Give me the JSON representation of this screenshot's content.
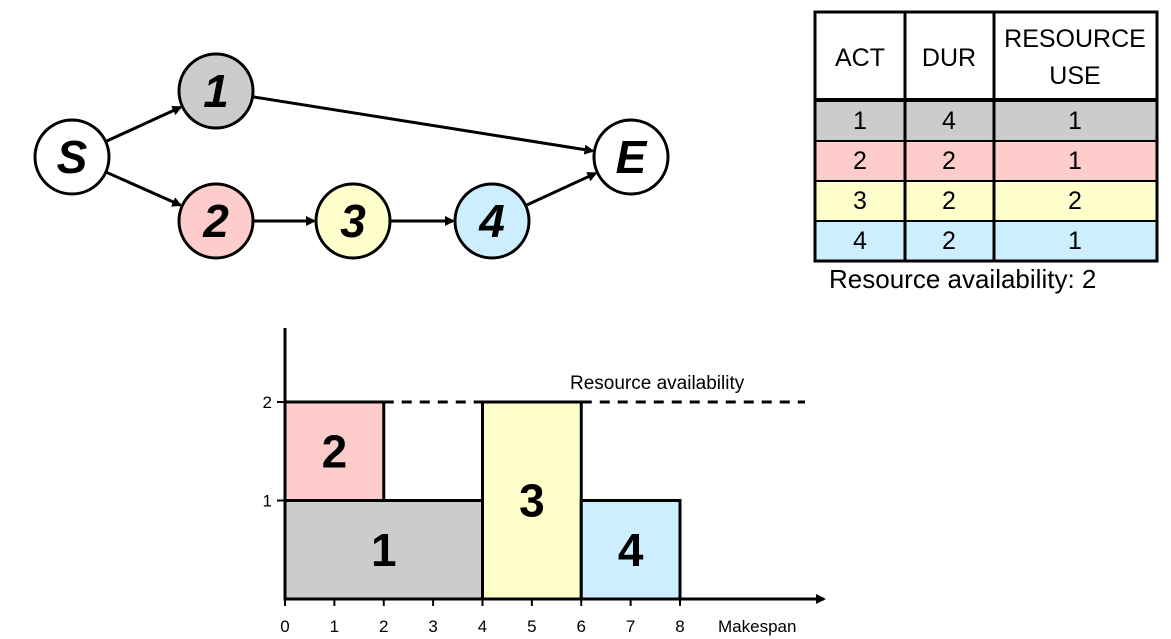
{
  "colors": {
    "act1": "#cccccc",
    "act2": "#ffcccc",
    "act3": "#ffffcc",
    "act4": "#cceeff",
    "outline": "#000000"
  },
  "network": {
    "nodes": [
      {
        "id": "S",
        "label": "S",
        "fill": "#ffffff"
      },
      {
        "id": "1",
        "label": "1",
        "fill": "#cccccc"
      },
      {
        "id": "2",
        "label": "2",
        "fill": "#ffcccc"
      },
      {
        "id": "3",
        "label": "3",
        "fill": "#ffffcc"
      },
      {
        "id": "4",
        "label": "4",
        "fill": "#cceeff"
      },
      {
        "id": "E",
        "label": "E",
        "fill": "#ffffff"
      }
    ],
    "edges": [
      [
        "S",
        "1"
      ],
      [
        "S",
        "2"
      ],
      [
        "1",
        "E"
      ],
      [
        "2",
        "3"
      ],
      [
        "3",
        "4"
      ],
      [
        "4",
        "E"
      ]
    ]
  },
  "table": {
    "headers": [
      "ACT",
      "DUR",
      "RESOURCE",
      "USE"
    ],
    "rows": [
      {
        "act": "1",
        "dur": "4",
        "use": "1",
        "fill": "#cccccc"
      },
      {
        "act": "2",
        "dur": "2",
        "use": "1",
        "fill": "#ffcccc"
      },
      {
        "act": "3",
        "dur": "2",
        "use": "2",
        "fill": "#ffffcc"
      },
      {
        "act": "4",
        "dur": "2",
        "use": "1",
        "fill": "#cceeff"
      }
    ],
    "caption": "Resource availability: 2"
  },
  "chart_data": {
    "type": "gantt",
    "x_ticks": [
      "0",
      "1",
      "2",
      "3",
      "4",
      "5",
      "6",
      "7",
      "8"
    ],
    "y_ticks": [
      "1",
      "2"
    ],
    "xlabel": "Makespan",
    "availability_label": "Resource availability",
    "availability": 2,
    "blocks": [
      {
        "label": "1",
        "start": 0,
        "end": 4,
        "bottom": 0,
        "top": 1,
        "fill": "#cccccc"
      },
      {
        "label": "2",
        "start": 0,
        "end": 2,
        "bottom": 1,
        "top": 2,
        "fill": "#ffcccc"
      },
      {
        "label": "3",
        "start": 4,
        "end": 6,
        "bottom": 0,
        "top": 2,
        "fill": "#ffffcc"
      },
      {
        "label": "4",
        "start": 6,
        "end": 8,
        "bottom": 0,
        "top": 1,
        "fill": "#cceeff"
      }
    ]
  }
}
